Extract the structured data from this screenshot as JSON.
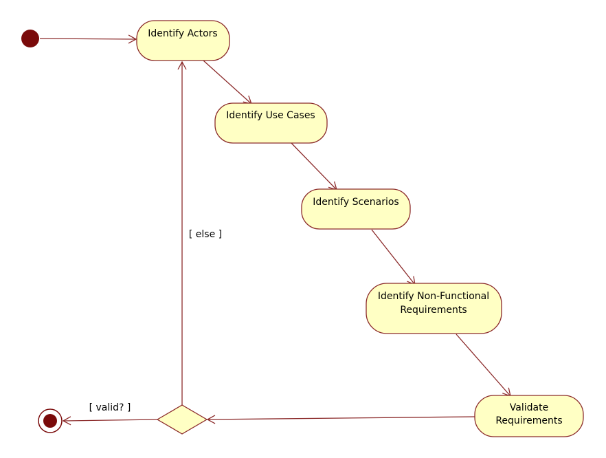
{
  "colors": {
    "background": "#ffffff",
    "activity_fill": "#ffffc4",
    "activity_stroke": "#8b2a2a",
    "edge": "#8b2a2a",
    "initial_node": "#7a0a0a",
    "final_node": "#7a0a0a",
    "decision_fill": "#ffffc4"
  },
  "activities": {
    "identify_actors": "Identify Actors",
    "identify_use_cases": "Identify Use Cases",
    "identify_scenarios": "Identify Scenarios",
    "identify_nfr_line1": "Identify Non-Functional",
    "identify_nfr_line2": "Requirements",
    "validate_line1": "Validate",
    "validate_line2": "Requirements"
  },
  "guards": {
    "else": "[ else ]",
    "valid": "[ valid? ]"
  }
}
